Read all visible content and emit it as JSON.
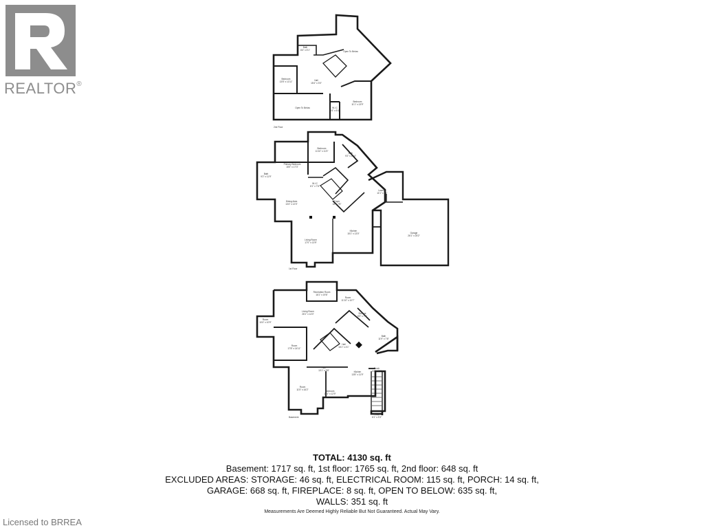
{
  "brand": {
    "wordmark": "REALTOR",
    "mark": "®",
    "color": "#8d8d8d"
  },
  "floors": {
    "second": {
      "label": "2nd Floor",
      "rooms": {
        "open_below_1": "Open To Below",
        "bath": "Bath",
        "bath_dim": "8'4\" x 5'1\"",
        "bedroom_a": "Bedroom",
        "bedroom_a_dim": "13'8\" x 11'11\"",
        "hall": "Hall",
        "hall_dim": "15'4\" x 3'0\"",
        "bedroom_b": "Bedroom",
        "bedroom_b_dim": "11'1\" x 13'9\"",
        "open_below_2": "Open To Below",
        "wic": "W.I.C",
        "wic_dim": "5'4\" x 5'4\""
      }
    },
    "first": {
      "label": "1st Floor",
      "rooms": {
        "bedroom": "Bedroom",
        "bedroom_dim": "11'10\" x 11'3\"",
        "bath": "Bath",
        "bath_dim": "9'2\" x 10'4\"",
        "primary": "Primary Bedroom",
        "primary_dim": "15'0\" x 17'3\"",
        "bath2": "Bath",
        "bath2_dim": "9'2\" x 11'9\"",
        "wic": "W.I.C",
        "wic_dim": "6'1\" x 7'8\"",
        "laundry": "Laundry",
        "laundry_dim": "11'1\" x 7'1\"",
        "dining": "Dining Area",
        "dining_dim": "13'4\" x 12'0\"",
        "foyer": "Foyer",
        "foyer_dim": "16' x 7'8\"",
        "garage": "Garage",
        "garage_dim": "26'1\" x 25'2\"",
        "kitchen": "Kitchen",
        "kitchen_dim": "15'1\" x 13'0\"",
        "living": "Living Room",
        "living_dim": "17'0\" x 13'9\""
      }
    },
    "basement": {
      "label": "Basement",
      "rooms": {
        "recreation": "Recreation Room",
        "recreation_dim": "16'1\" x 19'6\"",
        "room_a": "Room",
        "room_a_dim": "10'4\" x 10'9\"",
        "living": "Living Room",
        "living_dim": "26'1\" x 14'0\"",
        "room_b": "Room",
        "room_b_dim": "11'10\" x 10'7\"",
        "storage": "Storage",
        "storage_dim": "8'3\" x 7'1\"",
        "room_c": "Room",
        "room_c_dim": "17'8\" x 14'11\"",
        "bath": "Bath",
        "bath_dim": "11'9\" x 7'8\"",
        "hall": "Hall",
        "hall_dim": "16'1\" x 4'1\"",
        "hall2": "Hall",
        "hall2_dim": "10'1\" x 5'8\"",
        "porch": "Porch",
        "porch_dim": "3'4\" x 4'2\"",
        "kitchen": "Kitchen",
        "kitchen_dim": "13'8\" x 11'9\"",
        "room_d": "Room",
        "room_d_dim": "11'5\" x 16'2\"",
        "bedroom": "Bedroom",
        "bedroom_dim": "11'4\" x 12'9\"",
        "porch2": "Porch",
        "porch2_dim": "6'1\" x 3'3\""
      }
    }
  },
  "summary": {
    "total": "TOTAL: 4130 sq. ft",
    "line1": "Basement: 1717 sq. ft, 1st floor: 1765 sq. ft, 2nd floor: 648 sq. ft",
    "line2": "EXCLUDED AREAS: STORAGE: 46 sq. ft, ELECTRICAL ROOM: 115 sq. ft, PORCH: 14 sq. ft,",
    "line3": "GARAGE: 668 sq. ft, FIREPLACE: 8 sq. ft, OPEN TO BELOW: 635 sq. ft,",
    "line4": "WALLS: 351 sq. ft"
  },
  "disclaimer": "Measurements Are Deemed Highly Reliable But Not Guaranteed. Actual May Vary.",
  "license": "Licensed to BRREA"
}
